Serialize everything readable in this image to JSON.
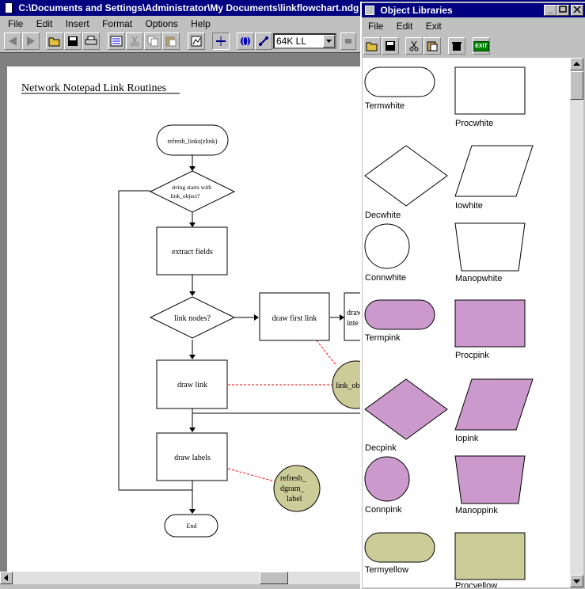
{
  "main_window": {
    "title": "C:\\Documents and Settings\\Administrator\\My Documents\\linkflowchart.ndg",
    "menu": [
      "File",
      "Edit",
      "Insert",
      "Format",
      "Options",
      "Help"
    ],
    "zoom_value": "64K LL"
  },
  "chart": {
    "title": "Network Notepad Link Routines",
    "nodes": {
      "start": "refresh_links(zlink)",
      "decision1_l1": "string starts with",
      "decision1_l2": "link_object?",
      "extract": "extract fields",
      "decision2": "link nodes?",
      "draw_first": "draw first link",
      "draw_inter_l1": "draw",
      "draw_inter_l2": "inte",
      "draw_link": "draw link",
      "link_ob": "link_ob",
      "draw_labels": "draw labels",
      "refresh_l1": "refresh_",
      "refresh_l2": "dgram_",
      "refresh_l3": "label",
      "end": "End"
    }
  },
  "library_window": {
    "title": "Object Libraries",
    "menu": [
      "File",
      "Edit",
      "Exit"
    ],
    "exit_button": "EXIT",
    "colors": {
      "white": "#ffffff",
      "pink": "#cc99cc",
      "yellow": "#cccc99"
    },
    "shapes": {
      "termwhite": "Termwhite",
      "procwhite": "Procwhite",
      "decwhite": "Decwhite",
      "iowhite": "Iowhite",
      "connwhite": "Connwhite",
      "manopwhite": "Manopwhite",
      "termpink": "Termpink",
      "procpink": "Procpink",
      "decpink": "Decpink",
      "iopink": "Iopink",
      "connpink": "Connpink",
      "manoppink": "Manoppink",
      "termyellow": "Termyellow",
      "procyellow": "Procyellow"
    }
  }
}
